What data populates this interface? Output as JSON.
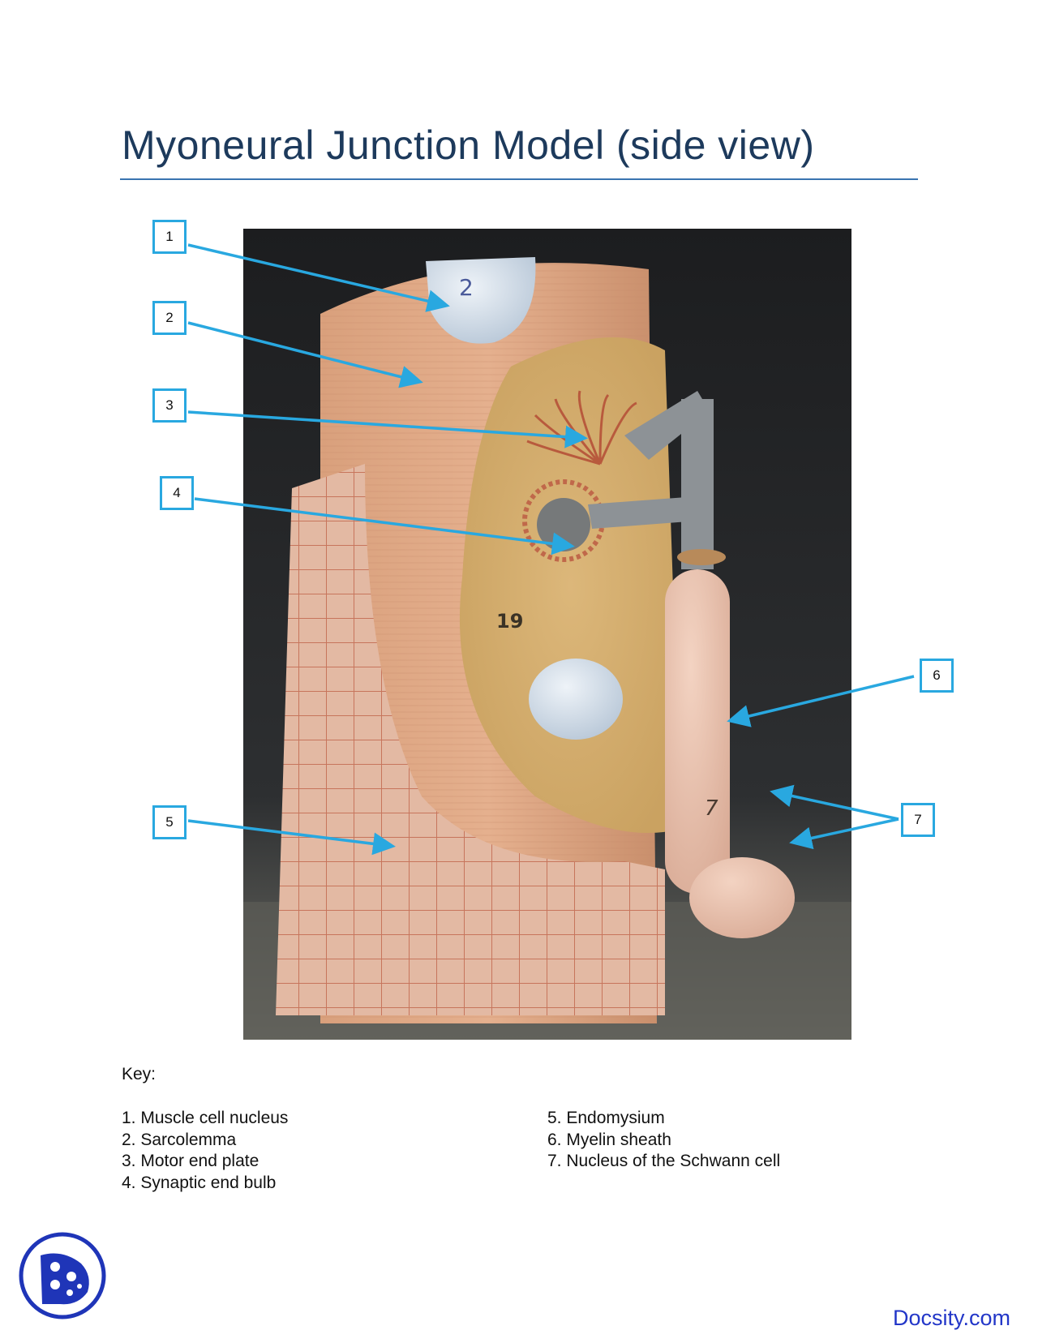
{
  "page": {
    "title": "Myoneural Junction Model (side view)"
  },
  "callouts": [
    {
      "number": "1"
    },
    {
      "number": "2"
    },
    {
      "number": "3"
    },
    {
      "number": "4"
    },
    {
      "number": "5"
    },
    {
      "number": "6"
    },
    {
      "number": "7"
    }
  ],
  "model_markings": [
    "2",
    "19",
    "7"
  ],
  "key": {
    "label": "Key:",
    "left_items": [
      "1. Muscle cell nucleus",
      "2. Sarcolemma",
      "3. Motor end plate",
      "4. Synaptic end bulb"
    ],
    "right_items": [
      "5. Endomysium",
      "6. Myelin sheath",
      "7. Nucleus of the Schwann cell"
    ]
  },
  "footer": {
    "brand": "Docsity.com"
  },
  "colors": {
    "title": "#1d3a5c",
    "rule": "#3a74b0",
    "callout_border": "#29a8e0",
    "arrow": "#29a8e0",
    "brand": "#2236c8",
    "logo": "#1f35b8"
  }
}
